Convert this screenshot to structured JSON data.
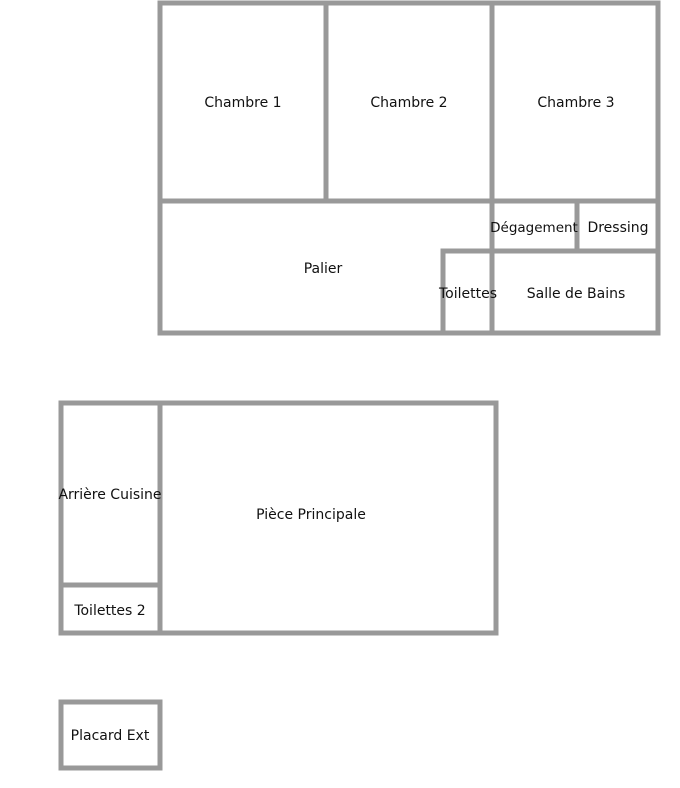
{
  "floor_plan": {
    "upper_floor": {
      "chambre_1": "Chambre 1",
      "chambre_2": "Chambre 2",
      "chambre_3": "Chambre 3",
      "palier": "Palier",
      "degagement": "Dégagement",
      "dressing": "Dressing",
      "toilettes": "Toilettes",
      "salle_de_bains": "Salle de Bains"
    },
    "ground_floor": {
      "arriere_cuisine": "Arrière Cuisine",
      "piece_principale": "Pièce Principale",
      "toilettes_2": "Toilettes 2"
    },
    "outside": {
      "placard_ext": "Placard Ext"
    },
    "colors": {
      "wall": "#999999",
      "text": "#111111",
      "background": "#ffffff"
    }
  }
}
